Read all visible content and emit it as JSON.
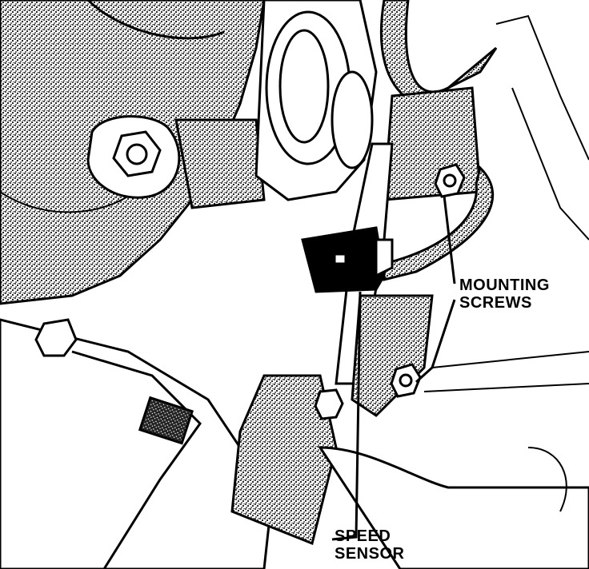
{
  "diagram": {
    "callouts": {
      "mounting_screws": {
        "line1": "MOUNTING",
        "line2": "SCREWS"
      },
      "speed_sensor": {
        "line1": "SPEED",
        "line2": "SENSOR"
      }
    },
    "colors": {
      "ink": "#000000",
      "paper": "#ffffff",
      "stipple": "#1a1a1a"
    }
  }
}
